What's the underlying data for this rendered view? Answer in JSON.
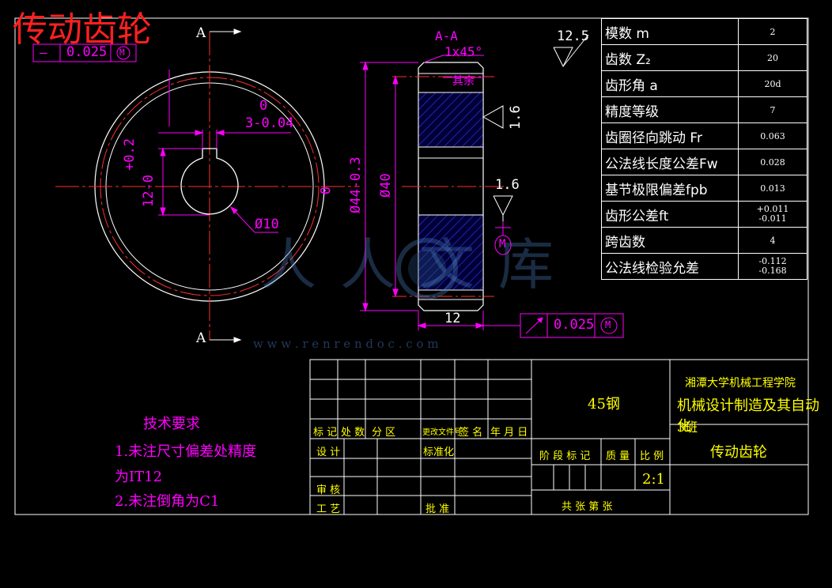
{
  "title": "传动齿轮",
  "section": {
    "label": "A-A",
    "cut_top": "A",
    "cut_bottom": "A",
    "chamfer": "1x45°",
    "rest_label": "其余",
    "width": "12"
  },
  "dims": {
    "tol_top_dash": "—",
    "tol_top_value": "0.025",
    "tol_m": "M",
    "key_width_upper": "0",
    "key_width_lower": "3-0.04",
    "key_depth_upper": "+0.2",
    "key_depth_lower": "12-0",
    "bore": "Ø10",
    "outer_dia": "Ø44-0.3",
    "outer_dia_upper": "0",
    "pitch_dia": "Ø40",
    "rough_12_5": "12.5",
    "rough_1_6_a": "1.6",
    "rough_1_6_b": "1.6",
    "runout_value": "0.025",
    "runout_m": "M"
  },
  "params": [
    {
      "label": "模数  m",
      "value": "2"
    },
    {
      "label": "齿数    Z₂",
      "value": "20"
    },
    {
      "label": "齿形角     a",
      "value": "20d"
    },
    {
      "label": "精度等级",
      "value": "7"
    },
    {
      "label": "齿圈径向跳动 Fr",
      "value": "0.063"
    },
    {
      "label": "公法线长度公差Fw",
      "value": "0.028"
    },
    {
      "label": "基节极限偏差fpb",
      "value": "0.013"
    },
    {
      "label": "齿形公差ft",
      "value": "+0.011\n-0.011"
    },
    {
      "label": "跨齿数",
      "value": "4"
    },
    {
      "label": "公法线检验允差",
      "value": "-0.112\n-0.168"
    }
  ],
  "notes": {
    "heading": "技术要求",
    "line1": "1.未注尺寸偏差处精度",
    "line2": "为IT12",
    "line3": "2.未注倒角为C1"
  },
  "title_block": {
    "material": "45钢",
    "school": "湘潭大学机械工程学院",
    "major": "机械设计制造及其自动化",
    "class": "3班",
    "part_name": "传动齿轮",
    "h_mark": "标 记",
    "h_count": "处 数",
    "h_zone": "分  区",
    "h_docno": "更改文件号",
    "h_sign": "签 名",
    "h_date": "年 月 日",
    "design": "设 计",
    "standard": "标准化",
    "stage": "阶 段 标 记",
    "mass": "质 量",
    "scale_label": "比 例",
    "scale": "2:1",
    "review": "审 核",
    "process": "工 艺",
    "approve": "批 准",
    "sheets": "共    张   第    张"
  },
  "watermark": {
    "brand": "人人文库",
    "url": "w w w . r e n r e n d o c . c o m"
  }
}
